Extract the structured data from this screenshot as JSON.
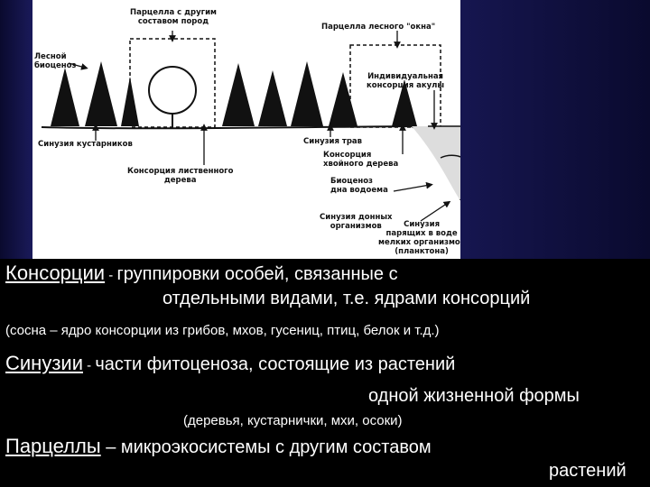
{
  "diagram": {
    "labels": {
      "parcel_other": "Парцелла с другим\nсоставом пород",
      "parcel_window": "Парцелла лесного \"окна\"",
      "forest_biocenosis": "Лесной\nбиоценоз",
      "shark_consortium": "Индивидуальная\nконсорция акулы",
      "shrub_synusia": "Синузия кустарников",
      "grass_synusia": "Синузия трав",
      "conifer_consortium": "Консорция\nхвойного дерева",
      "deciduous_consortium": "Консорция лиственного\nдерева",
      "bottom_biocenosis": "Биоценоз\nдна водоема",
      "bottom_synusia": "Синузия донных\nорганизмов",
      "plankton_synusia": "Синузия\nпарящих в воде\nмелких организмов\n(планктона)"
    }
  },
  "text": {
    "consortia_term": "Консорции",
    "consortia_dash": " - ",
    "consortia_def1": "группировки особей, связанные с",
    "consortia_def2": "отдельными видами, т.е. ядрами консорций",
    "consortia_example": "(сосна – ядро консорции из грибов, мхов, гусениц, птиц, белок и т.д.)",
    "synusia_term": "Синузии",
    "synusia_dash": " - ",
    "synusia_def1": "части фитоценоза, состоящие из растений",
    "synusia_def2": "одной жизненной формы",
    "synusia_example": "(деревья, кустарнички, мхи, осоки)",
    "parcel_term": "Парцеллы",
    "parcel_def1": " – микроэкосистемы с другим составом",
    "parcel_def2": "растений"
  }
}
